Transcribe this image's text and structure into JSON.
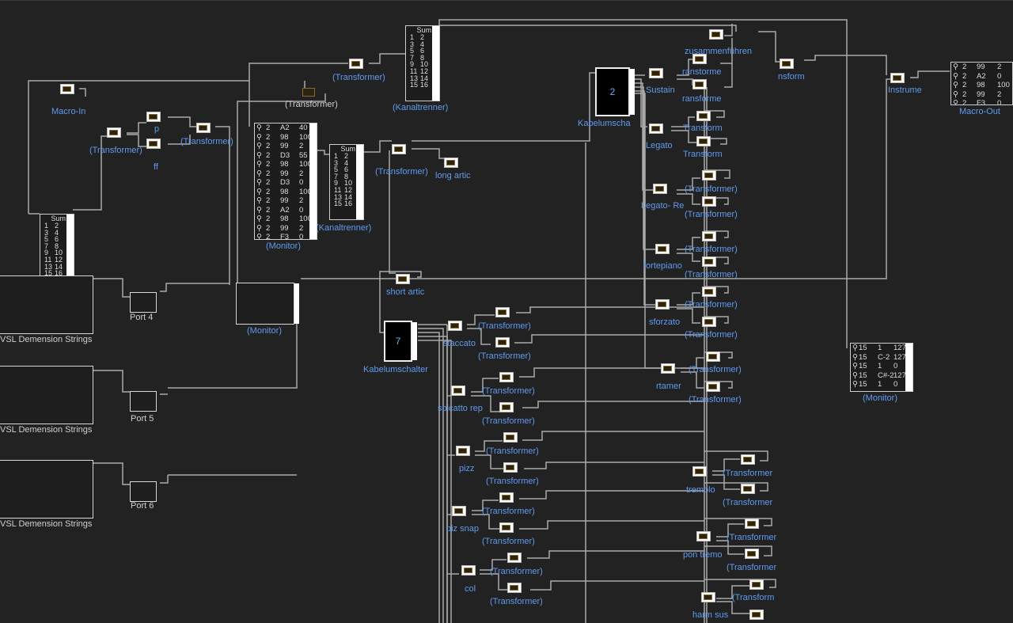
{
  "labels": {
    "macro_in": "Macro-In",
    "macro_out": "Macro-Out",
    "instrument": "Instrume",
    "transformer": "(Transformer)",
    "transformer_cut": "(Transformer",
    "transform_cut": "(Transform",
    "p": "p",
    "ff": "ff",
    "kanaltrenner": "(Kanaltrenner)",
    "monitor": "(Monitor)",
    "port4": "Port 4",
    "port5": "Port 5",
    "port6": "Port 6",
    "vsl_strings": "VSL Demension Strings",
    "long_artic": "long artic",
    "short_artic": "short artic",
    "kabel_2_value": "2",
    "kabel_7_value": "7",
    "kabel_2_label": "Kabelumscha",
    "kabel_7_label": "Kabelumschalter",
    "zusammen": "zusammenführen",
    "ransforme": "ranstorme",
    "ransforme2": "ransforme",
    "nsform": "nsform",
    "sustain": "Sustain",
    "legato": "Legato",
    "legato_re": "Legato- Re",
    "fortepiano": "fortepiano",
    "sforzato": "sforzato",
    "portamento": "rtamer",
    "staccato": "staccato",
    "spicatto_rep": "spicatto rep",
    "pizz": "pizz",
    "piz_snap": "piz snap",
    "col": "col",
    "tremolo": "tremolo",
    "pon_tremo": "pon tremo",
    "harm_sus": "harm sus",
    "transforme_short": "Transforme",
    "transforme_tail": "Transform",
    "transforme_tail2": "Transforme"
  },
  "kanaltrenner": {
    "sum": "Sum",
    "left": [
      "1",
      "3",
      "5",
      "7",
      "9",
      "11",
      "13",
      "15"
    ],
    "right": [
      "2",
      "4",
      "6",
      "8",
      "10",
      "12",
      "14",
      "16"
    ]
  },
  "monitor_main": {
    "rows": [
      [
        "2",
        "A2",
        "40"
      ],
      [
        "2",
        "98",
        "100"
      ],
      [
        "2",
        "99",
        "2"
      ],
      [
        "2",
        "D3",
        "55"
      ],
      [
        "2",
        "98",
        "100"
      ],
      [
        "2",
        "99",
        "2"
      ],
      [
        "2",
        "D3",
        "0"
      ],
      [
        "2",
        "98",
        "100"
      ],
      [
        "2",
        "99",
        "2"
      ],
      [
        "2",
        "A2",
        "0"
      ],
      [
        "2",
        "98",
        "100"
      ],
      [
        "2",
        "99",
        "2"
      ],
      [
        "2",
        "F3",
        "0"
      ]
    ]
  },
  "monitor_out": {
    "rows": [
      [
        "2",
        "99",
        "2"
      ],
      [
        "2",
        "A2",
        "0"
      ],
      [
        "2",
        "98",
        "100"
      ],
      [
        "2",
        "99",
        "2"
      ],
      [
        "2",
        "F3",
        "0"
      ]
    ]
  },
  "monitor_right": {
    "rows": [
      [
        "15",
        "1",
        "127"
      ],
      [
        "15",
        "C-2",
        "127"
      ],
      [
        "15",
        "1",
        "0"
      ],
      [
        "15",
        "C#-2",
        "127"
      ],
      [
        "15",
        "1",
        "0"
      ]
    ]
  }
}
